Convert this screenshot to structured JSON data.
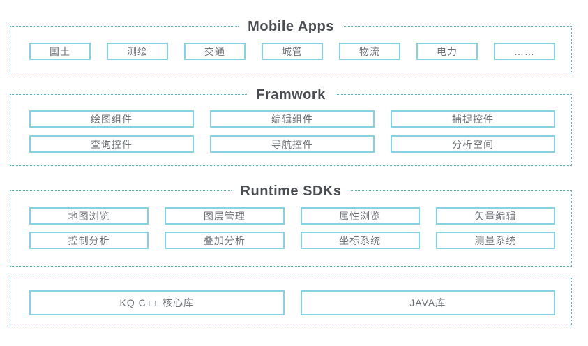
{
  "sections": [
    {
      "title": "Mobile Apps",
      "boxes": [
        "国土",
        "测绘",
        "交通",
        "城管",
        "物流",
        "电力",
        "……"
      ]
    },
    {
      "title": "Framwork",
      "rows": [
        [
          "绘图组件",
          "编辑组件",
          "捕捉控件"
        ],
        [
          "查询控件",
          "导航控件",
          "分析空间"
        ]
      ]
    },
    {
      "title": "Runtime SDKs",
      "rows": [
        [
          "地图浏览",
          "图层管理",
          "属性浏览",
          "矢量编辑"
        ],
        [
          "控制分析",
          "叠加分析",
          "坐标系统",
          "测量系统"
        ]
      ]
    },
    {
      "boxes": [
        "KQ C++ 核心库",
        "JAVA库"
      ]
    }
  ],
  "colors": {
    "dashed_border": "#53b7c7",
    "box_border": "#86d2e2",
    "title_text": "#4a4e53",
    "box_text": "#6e7377"
  }
}
